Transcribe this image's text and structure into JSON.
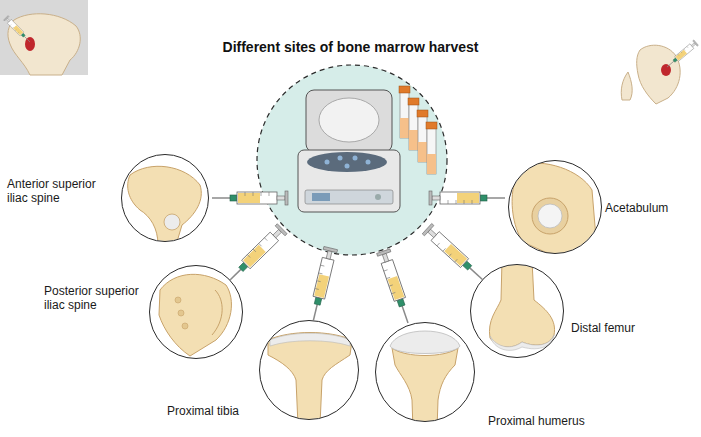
{
  "diagram": {
    "title": "Different sites of bone marrow harvest",
    "nodes": [
      {
        "text": [
          "Anterior superior iliac spine"
        ]
      },
      {
        "text": [
          "Acetabulum"
        ]
      },
      {
        "text": [
          "Posterior superior iliac spine"
        ]
      },
      {
        "text": [
          "Distal femur"
        ]
      },
      {
        "text": [
          "Proximal tibia"
        ]
      },
      {
        "text": [
          "Proximal humerus"
        ]
      }
    ]
  }
}
